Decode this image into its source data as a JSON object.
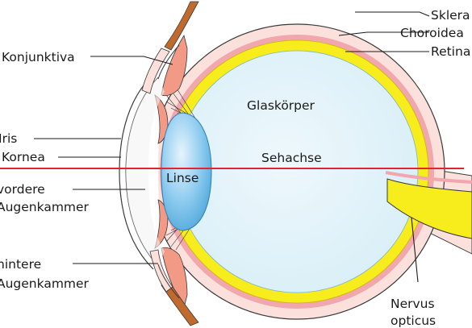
{
  "labels": {
    "sklera": "Sklera",
    "choroidea": "Choroidea",
    "retina": "Retina",
    "konjunktiva": "Konjunktiva",
    "iris": "Iris",
    "kornea": "Kornea",
    "vordere_1": "vordere",
    "vordere_2": "Augenkammer",
    "hintere_1": "hintere",
    "hintere_2": "Augenkammer",
    "glaskoerper": "Glaskörper",
    "sehachse": "Sehachse",
    "linse": "Linse",
    "nervus_1": "Nervus",
    "nervus_2": "opticus"
  },
  "colors": {
    "sclera": "#fbe0dc",
    "choroid": "#f2a6ad",
    "retina": "#f7ec1c",
    "vitreous": "#ddf0f8",
    "lens": "#5fb0de",
    "iris": "#f39a86",
    "eyelid": "#c06a2e",
    "axis": "#e3232d",
    "outline": "#3a3a3a"
  }
}
